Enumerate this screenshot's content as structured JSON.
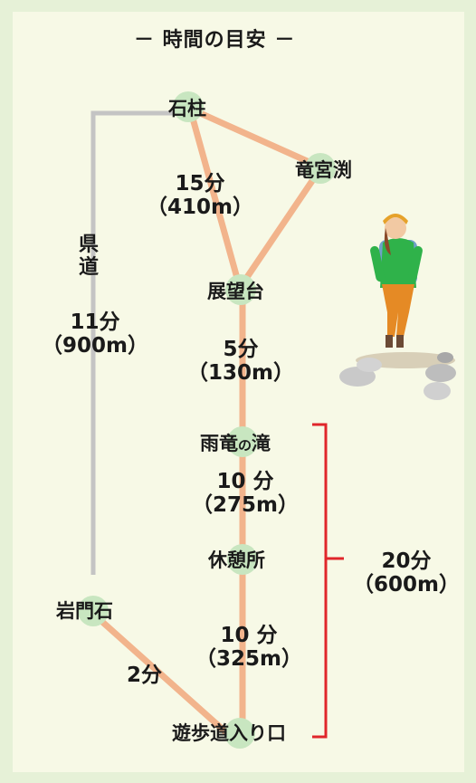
{
  "title": "－ 時間の目安 －",
  "nodes": {
    "sekichu": "石柱",
    "ryugubuchi": "竜宮渕",
    "tenbodai": "展望台",
    "amaryu_a": "雨竜",
    "amaryu_b": "の",
    "amaryu_c": "滝",
    "kyukeijo": "休憩所",
    "ganmonseki": "岩門石",
    "entrance": "遊歩道入り口"
  },
  "road": {
    "label_1": "県",
    "label_2": "道"
  },
  "times": {
    "sekichu_tenbodai": {
      "time": "15分",
      "dist": "（410m）"
    },
    "prefectural_road": {
      "time": "11分",
      "dist": "（900m）"
    },
    "tenbodai_amaryu": {
      "time": "5分",
      "dist": "（130m）"
    },
    "amaryu_kyukeijo": {
      "time": "10 分",
      "dist": "（275m）"
    },
    "kyukeijo_entrance": {
      "time": "10 分",
      "dist": "（325m）"
    },
    "ganmonseki_entrance": {
      "time": "2分"
    },
    "amaryu_to_entrance_total": {
      "time": "20分",
      "dist": "（600m）"
    }
  },
  "colors": {
    "background": "#e6f1d7",
    "panel": "#f7f9e6",
    "trail": "#f2b48c",
    "road": "#c4c4c4",
    "node_marker": "#c8e6c0",
    "bracket": "#e0262b"
  },
  "illustration": "hiker-walking-on-stepping-stones"
}
